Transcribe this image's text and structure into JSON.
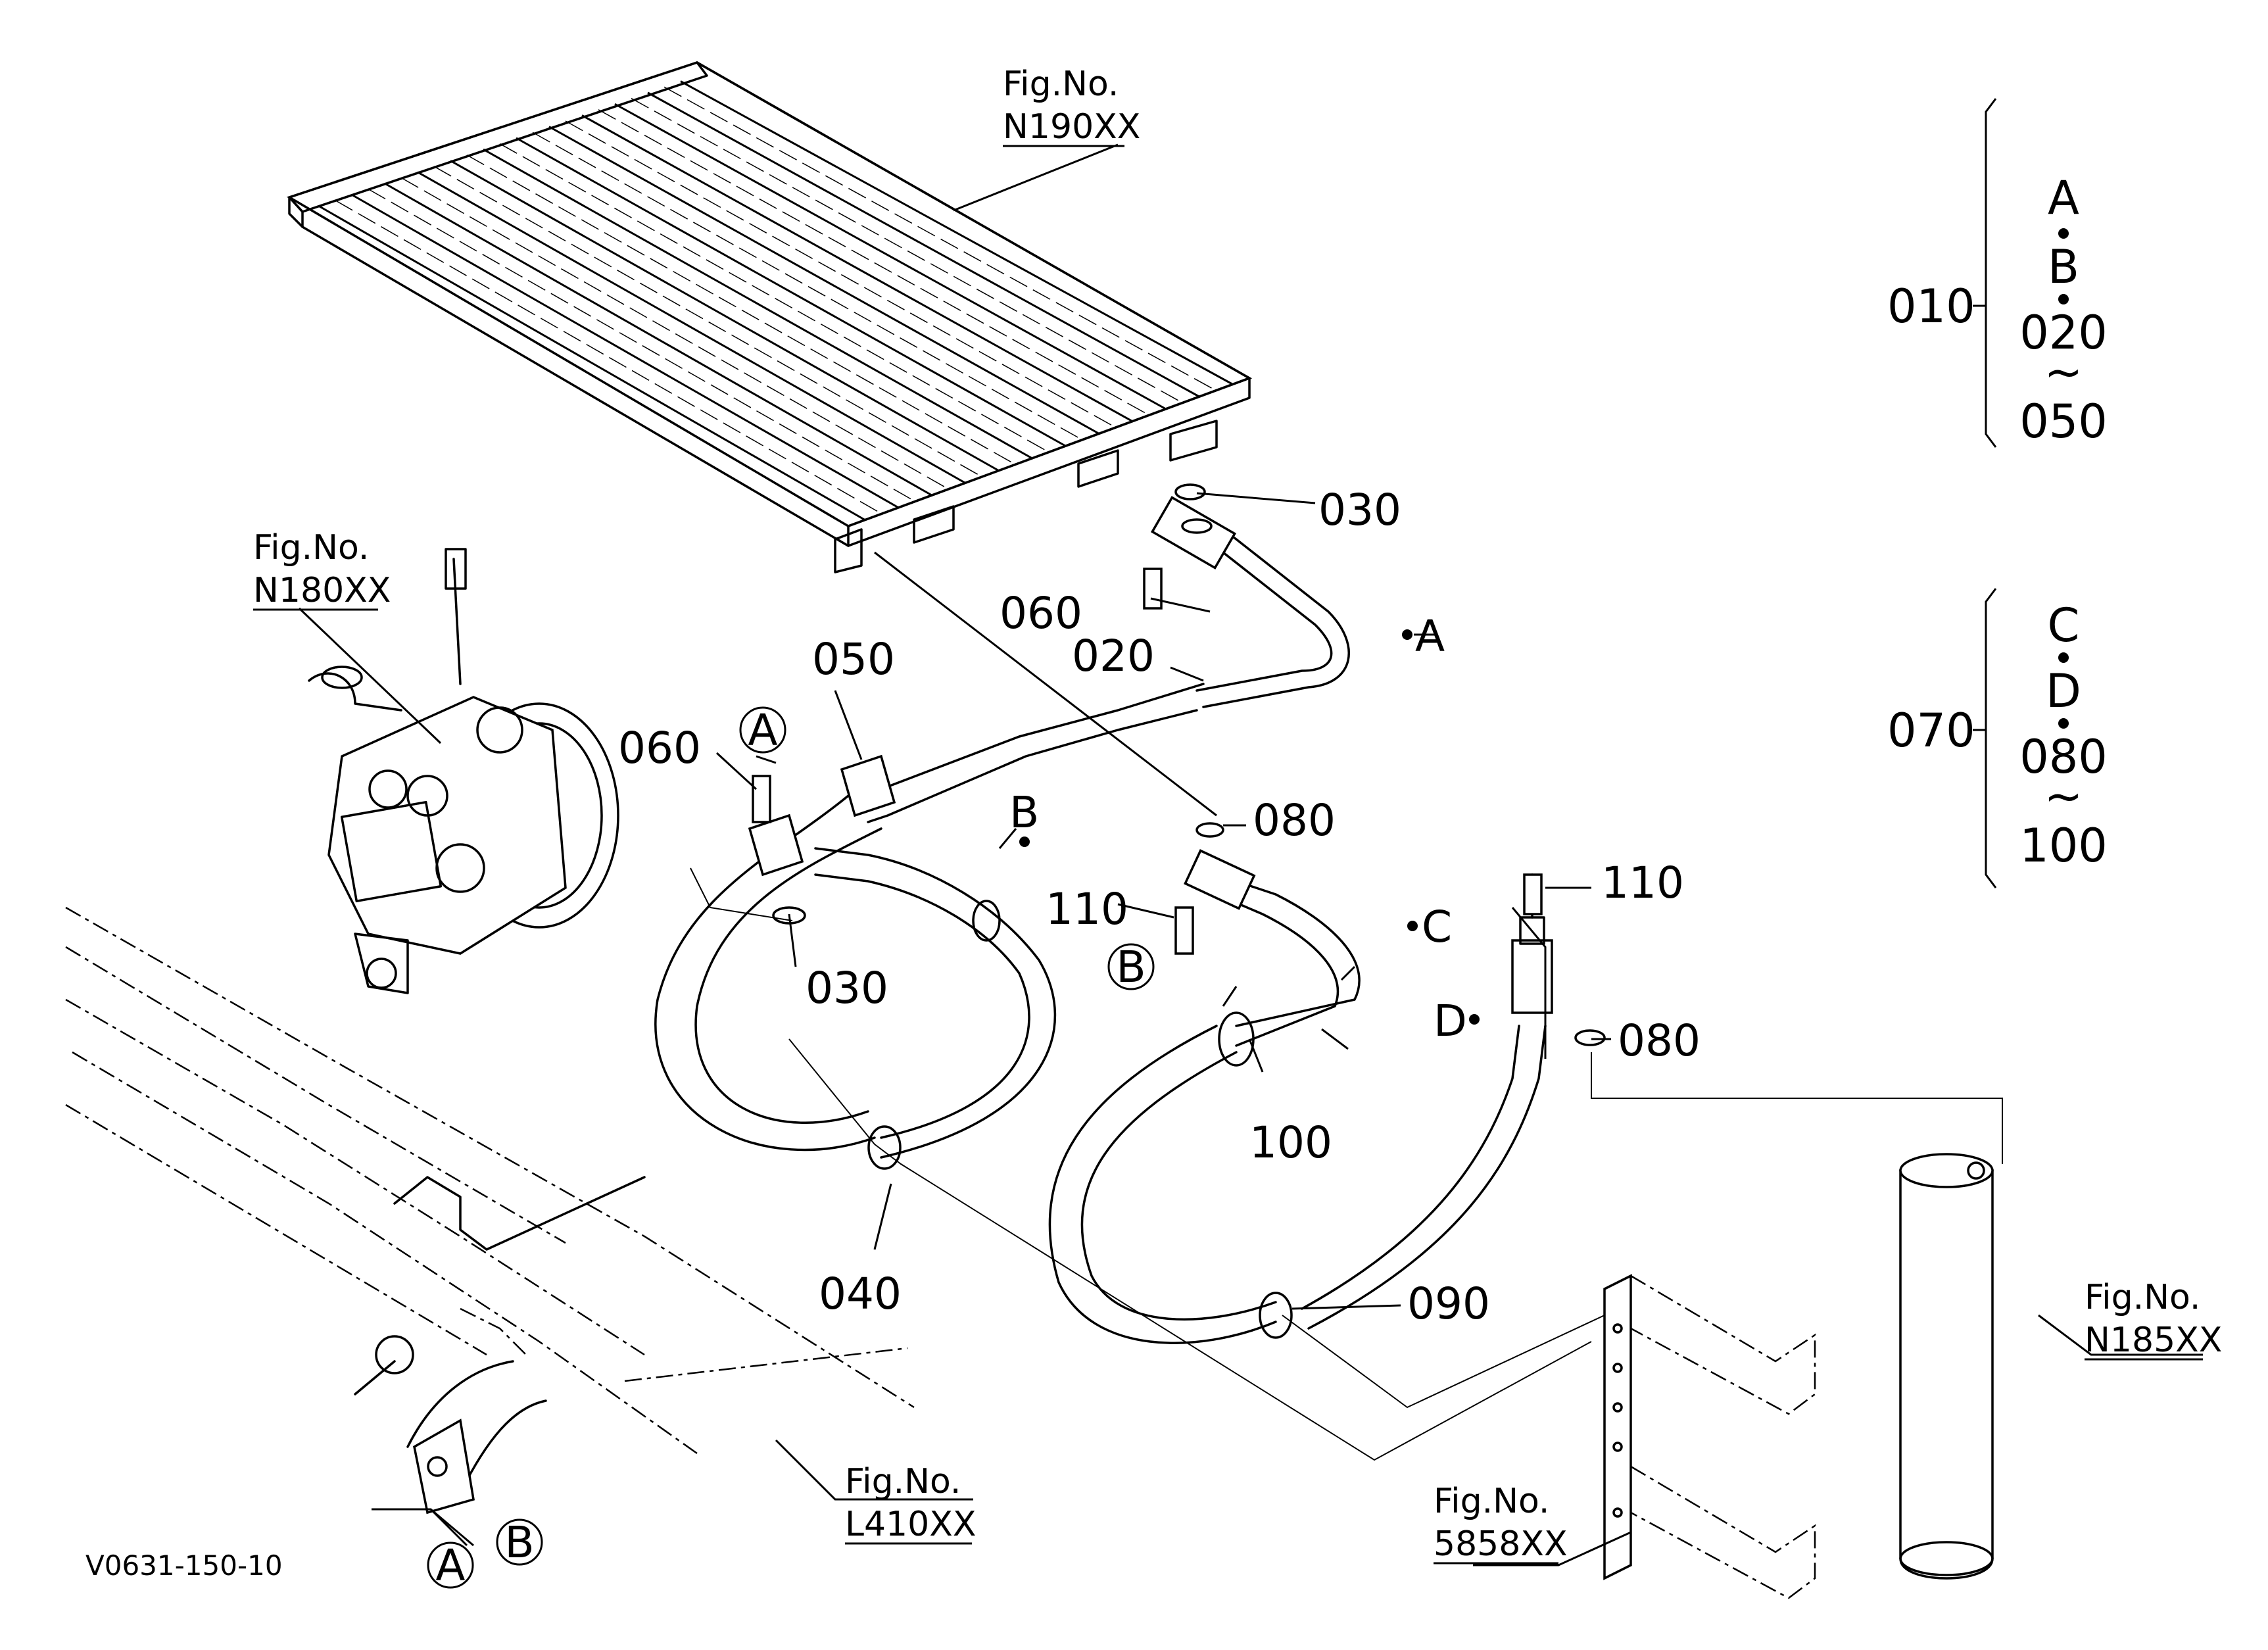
{
  "diagram": {
    "code": "V0631-150-10",
    "figure_refs": [
      {
        "fig": "Fig.No.",
        "num": "N190XX"
      },
      {
        "fig": "Fig.No.",
        "num": "N180XX"
      },
      {
        "fig": "Fig.No.",
        "num": "N185XX"
      },
      {
        "fig": "Fig.No.",
        "num": "L410XX"
      },
      {
        "fig": "Fig.No.",
        "num": "5858XX"
      }
    ],
    "parts": [
      {
        "label": "030"
      },
      {
        "label": "060"
      },
      {
        "label": "020"
      },
      {
        "label": "050"
      },
      {
        "label": "060"
      },
      {
        "label": "030"
      },
      {
        "label": "080"
      },
      {
        "label": "110"
      },
      {
        "label": "110"
      },
      {
        "label": "080"
      },
      {
        "label": "100"
      },
      {
        "label": "040"
      },
      {
        "label": "090"
      }
    ],
    "hose_points": [
      "A",
      "B",
      "C",
      "D"
    ],
    "callouts": [
      "A",
      "B",
      "A",
      "B"
    ],
    "legend_010": {
      "num": "010",
      "a": "A",
      "b": "B",
      "from": "020",
      "tilde": "~",
      "to": "050"
    },
    "legend_070": {
      "num": "070",
      "a": "C",
      "b": "D",
      "from": "080",
      "tilde": "~",
      "to": "100"
    }
  }
}
